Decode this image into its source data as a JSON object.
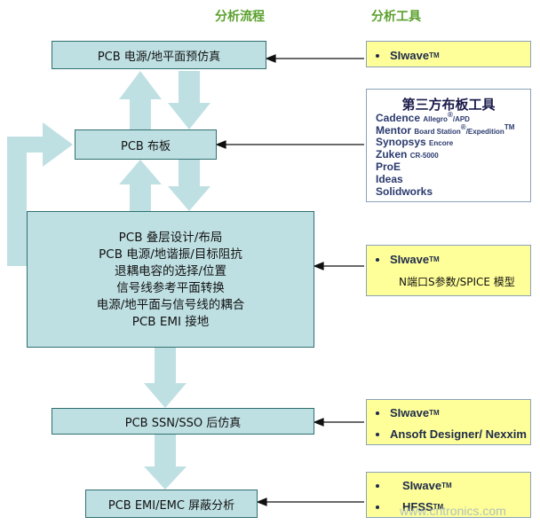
{
  "headers": {
    "flow": "分析流程",
    "tools": "分析工具"
  },
  "flow": {
    "step1": "PCB 电源/地平面预仿真",
    "step2": "PCB 布板",
    "step3_lines": [
      "PCB 叠层设计/布局",
      "PCB 电源/地谐振/目标阻抗",
      "退耦电容的选择/位置",
      "信号线参考平面转换",
      "电源/地平面与信号线的耦合",
      "PCB EMI 接地"
    ],
    "step4": "PCB SSN/SSO 后仿真",
    "step5": "PCB EMI/EMC 屏蔽分析"
  },
  "tools": {
    "t1": {
      "name": "SIwave",
      "tm": "TM"
    },
    "third_party": {
      "title": "第三方布板工具",
      "l1_a": "Cadence",
      "l1_b": "Allegro",
      "l1_reg": "®",
      "l1_c": "/APD",
      "l2_a": "Mentor",
      "l2_b": "Board Station",
      "l2_reg": "®",
      "l2_c": "/Expedition",
      "l2_tm": "TM",
      "l3_a": "Synopsys",
      "l3_b": "Encore",
      "l4_a": "Zuken",
      "l4_b": "CR-5000",
      "l5": "ProE",
      "l6": "Ideas",
      "l7": "Solidworks"
    },
    "t3": {
      "name": "SIwave",
      "tm": "TM",
      "sub": "N端口S参数/SPICE 模型"
    },
    "t4": {
      "name1": "SIwave",
      "tm": "TM",
      "name2": "Ansoft Designer/ Nexxim"
    },
    "t5": {
      "name1": "SIwave",
      "tm": "TM",
      "name2": "HFSS",
      "tm2": "TM"
    }
  },
  "watermark": "www.cntronics.com",
  "colors": {
    "flow_box": "#bfe0e3",
    "arrow": "#bfe0e3",
    "tool_box": "#ffff99",
    "header": "#5aa02c"
  }
}
